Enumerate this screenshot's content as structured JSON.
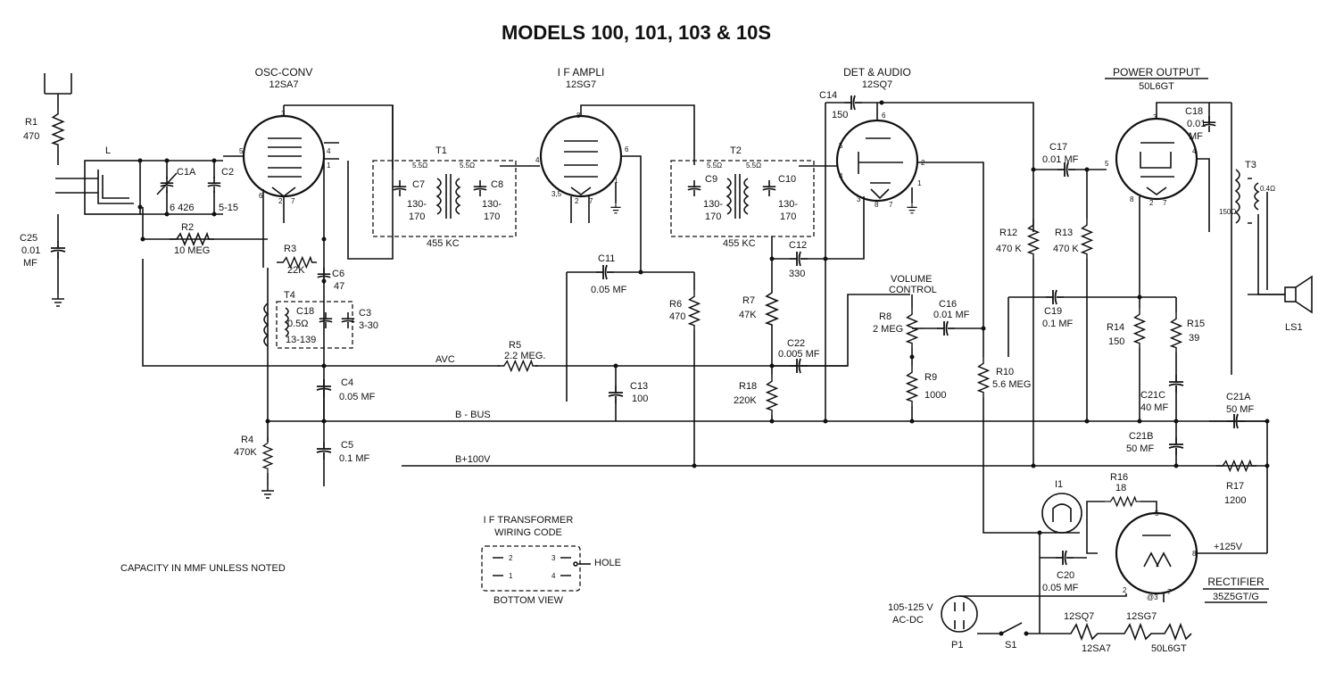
{
  "title": "MODELS 100, 101, 103 & 10S",
  "sections": {
    "osc": {
      "name": "OSC-CONV",
      "tube": "12SA7"
    },
    "if": {
      "name": "I F AMPLI",
      "tube": "12SG7"
    },
    "det": {
      "name": "DET & AUDIO",
      "tube": "12SQ7"
    },
    "pwr": {
      "name": "POWER OUTPUT",
      "tube": "50L6GT"
    },
    "rect": {
      "name": "RECTIFIER",
      "tube": "35Z5GT/G"
    }
  },
  "components": {
    "R1": {
      "ref": "R1",
      "value": "470"
    },
    "C25": {
      "ref": "C25",
      "value": "0.01",
      "unit": "MF"
    },
    "L": "L",
    "C1A": {
      "ref": "C1A",
      "value": "6  426"
    },
    "C2": {
      "ref": "C2",
      "value": "5-15"
    },
    "R2": {
      "ref": "R2",
      "value": "10 MEG"
    },
    "R3": {
      "ref": "R3",
      "value": "22K"
    },
    "C6": {
      "ref": "C6",
      "value": "47"
    },
    "T4": "T4",
    "C18": {
      "ref": "C18",
      "value": "13-139",
      "ohm": "0.5Ω"
    },
    "C3": {
      "ref": "C3",
      "value": "3-30"
    },
    "C4": {
      "ref": "C4",
      "value": "0.05 MF"
    },
    "C5": {
      "ref": "C5",
      "value": "0.1 MF"
    },
    "R4": {
      "ref": "R4",
      "value": "470K"
    },
    "T1": "T1",
    "C7": {
      "ref": "C7",
      "value": "130-",
      "value2": "170"
    },
    "C8": {
      "ref": "C8",
      "value": "130-",
      "value2": "170"
    },
    "T1_freq": "455 KC",
    "C11": {
      "ref": "C11",
      "value": "0.05 MF"
    },
    "R5": {
      "ref": "R5",
      "value": "2.2 MEG."
    },
    "C13": {
      "ref": "C13",
      "value": "100"
    },
    "R6": {
      "ref": "R6",
      "value": "470"
    },
    "T2": "T2",
    "C9": {
      "ref": "C9",
      "value": "130-",
      "value2": "170"
    },
    "C10": {
      "ref": "C10",
      "value": "130-",
      "value2": "170"
    },
    "T2_freq": "455 KC",
    "C14": {
      "ref": "C14",
      "value": "150"
    },
    "C12": {
      "ref": "C12",
      "value": "330"
    },
    "R7": {
      "ref": "R7",
      "value": "47K"
    },
    "C22": {
      "ref": "C22",
      "value": "0.005 MF"
    },
    "R18": {
      "ref": "R18",
      "value": "220K"
    },
    "R8": {
      "ref": "R8",
      "value": "2 MEG"
    },
    "volume": {
      "line1": "VOLUME",
      "line2": "CONTROL"
    },
    "C16": {
      "ref": "C16",
      "value": "0.01 MF"
    },
    "R9": {
      "ref": "R9",
      "value": "1000"
    },
    "R10": {
      "ref": "R10",
      "value": "5.6 MEG"
    },
    "C17": {
      "ref": "C17",
      "value": "0.01 MF"
    },
    "R12": {
      "ref": "R12",
      "value": "470 K"
    },
    "R13": {
      "ref": "R13",
      "value": "470 K"
    },
    "C19": {
      "ref": "C19",
      "value": "0.1 MF"
    },
    "R14": {
      "ref": "R14",
      "value": "150"
    },
    "R15": {
      "ref": "R15",
      "value": "39"
    },
    "C18b": {
      "ref": "C18",
      "value": "0.01",
      "unit": "MF"
    },
    "T3": {
      "ref": "T3",
      "pri": "150Ω",
      "sec": "0.4Ω"
    },
    "LS1": "LS1",
    "C21C": {
      "ref": "C21C",
      "value": "40 MF"
    },
    "C21A": {
      "ref": "C21A",
      "value": "50 MF"
    },
    "C21B": {
      "ref": "C21B",
      "value": "50 MF"
    },
    "R17": {
      "ref": "R17",
      "value": "1200"
    },
    "R16": {
      "ref": "R16",
      "value": "18"
    },
    "I1": "I1",
    "C20": {
      "ref": "C20",
      "value": "0.05 MF"
    },
    "P1": "P1",
    "S1": "S1",
    "supply": {
      "line1": "105-125 V",
      "line2": "AC-DC"
    }
  },
  "nets": {
    "avc": "AVC",
    "bbus": "B - BUS",
    "b100": "B+100V",
    "b125": "+125V"
  },
  "heaters": {
    "h1": "12SQ7",
    "h2": "12SG7",
    "h3": "12SA7",
    "h4": "50L6GT"
  },
  "legend": {
    "title1": "I F TRANSFORMER",
    "title2": "WIRING CODE",
    "hole": "HOLE",
    "bottom": "BOTTOM VIEW"
  },
  "note": "CAPACITY IN MMF UNLESS NOTED"
}
